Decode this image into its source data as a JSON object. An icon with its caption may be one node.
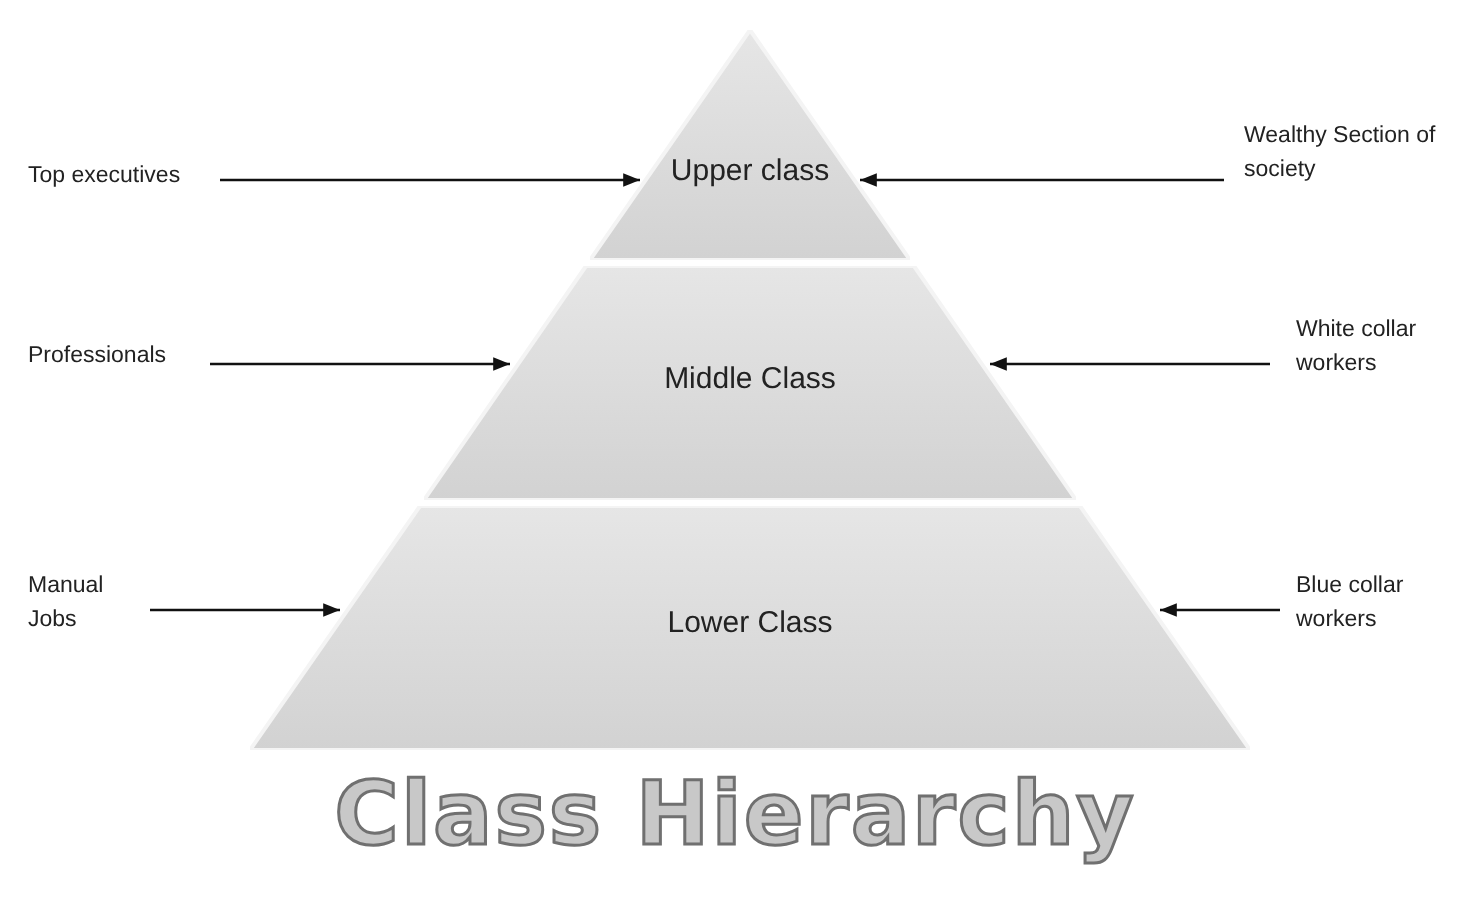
{
  "diagram": {
    "title": "Class Hierarchy",
    "nodes": [
      {
        "text": [
          "Upper class"
        ]
      },
      {
        "text": [
          "Middle Class"
        ]
      },
      {
        "text": [
          "Lower Class"
        ]
      },
      {
        "text": [
          "Top executives"
        ]
      },
      {
        "text": [
          "Wealthy Section of society"
        ]
      },
      {
        "text": [
          "Professionals"
        ]
      },
      {
        "text": [
          "White collar workers"
        ]
      },
      {
        "text": [
          "Manual Jobs"
        ]
      },
      {
        "text": [
          "Blue collar workers"
        ]
      }
    ],
    "edges": [
      {
        "from": 3,
        "to": 0,
        "arrow": "to"
      },
      {
        "from": 4,
        "to": 0,
        "arrow": "to"
      },
      {
        "from": 5,
        "to": 1,
        "arrow": "to"
      },
      {
        "from": 6,
        "to": 1,
        "arrow": "to"
      },
      {
        "from": 7,
        "to": 2,
        "arrow": "to"
      },
      {
        "from": 8,
        "to": 2,
        "arrow": "to"
      }
    ]
  }
}
